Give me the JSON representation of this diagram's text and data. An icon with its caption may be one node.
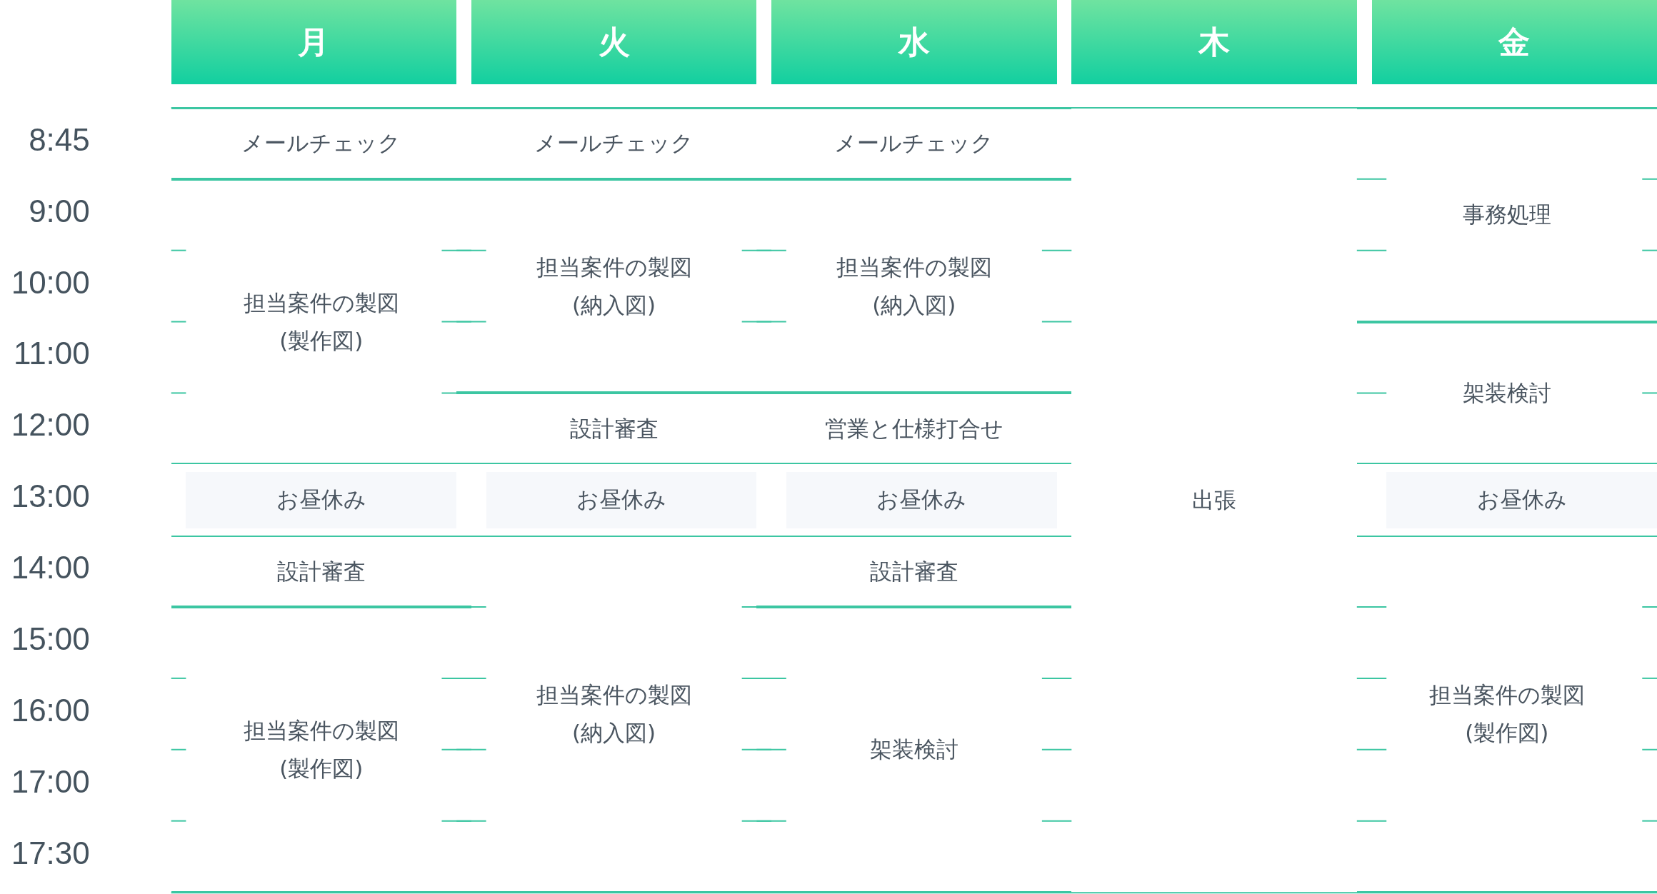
{
  "diagram": {
    "nodes": [
      {
        "text": [
          "月"
        ]
      },
      {
        "text": [
          "火"
        ]
      },
      {
        "text": [
          "水"
        ]
      },
      {
        "text": [
          "木"
        ]
      },
      {
        "text": [
          "金"
        ]
      },
      {
        "text": [
          "メールチェック"
        ]
      },
      {
        "text": [
          "メールチェック"
        ]
      },
      {
        "text": [
          "メールチェック"
        ]
      },
      {
        "text": [
          "出張"
        ]
      },
      {
        "text": [
          "事務処理"
        ]
      },
      {
        "text": [
          "担当案件の製図(製作図)"
        ]
      },
      {
        "text": [
          "担当案件の製図(納入図)"
        ]
      },
      {
        "text": [
          "担当案件の製図(納入図)"
        ]
      },
      {
        "text": [
          "架装検討"
        ]
      },
      {
        "text": [
          "設計審査"
        ]
      },
      {
        "text": [
          "営業と仕様打合せ"
        ]
      },
      {
        "text": [
          "お昼休み"
        ]
      },
      {
        "text": [
          "お昼休み"
        ]
      },
      {
        "text": [
          "お昼休み"
        ]
      },
      {
        "text": [
          "お昼休み"
        ]
      },
      {
        "text": [
          "設計審査"
        ]
      },
      {
        "text": [
          "担当案件の製図(納入図)"
        ]
      },
      {
        "text": [
          "設計審査"
        ]
      },
      {
        "text": [
          "担当案件の製図(製作図)"
        ]
      },
      {
        "text": [
          "担当案件の製図(製作図)"
        ]
      },
      {
        "text": [
          "架装検討"
        ]
      }
    ],
    "labels": [
      "8:45",
      "9:00",
      "10:00",
      "11:00",
      "12:00",
      "13:00",
      "14:00",
      "15:00",
      "16:00",
      "17:00",
      "17:30"
    ]
  }
}
